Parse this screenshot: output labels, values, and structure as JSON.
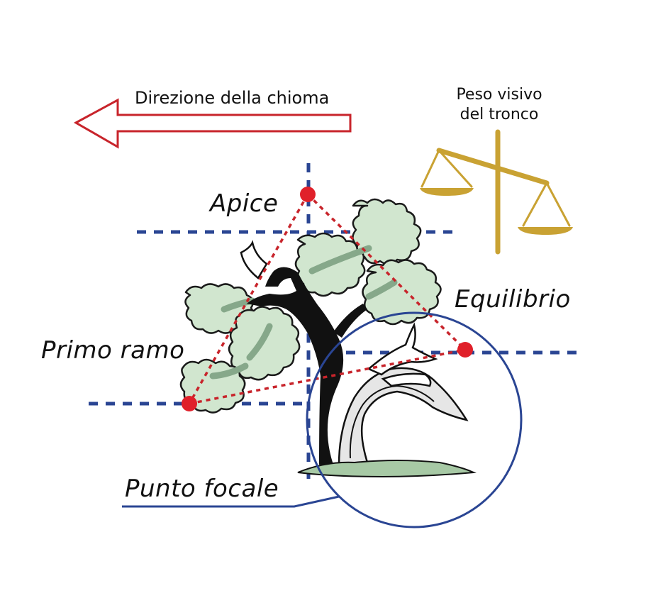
{
  "labels": {
    "direction": "Direzione della chioma",
    "weight_line1": "Peso visivo",
    "weight_line2": "del tronco",
    "apex": "Apice",
    "balance": "Equilibrio",
    "first_branch": "Primo ramo",
    "focal_point": "Punto focale"
  },
  "colors": {
    "arrow": "#c8242b",
    "guides": "#2a4593",
    "triangle": "#c8242b",
    "dots": "#e0202a",
    "scale": "#c9a233",
    "foliage": "#d1e6cf",
    "foliage_vein": "#86a88a",
    "trunk": "#111111",
    "circle": "#2a4593",
    "grass": "#a7c9a5"
  },
  "icons": [
    "left-arrow-icon",
    "balance-scale-icon",
    "bonsai-tree-icon"
  ]
}
